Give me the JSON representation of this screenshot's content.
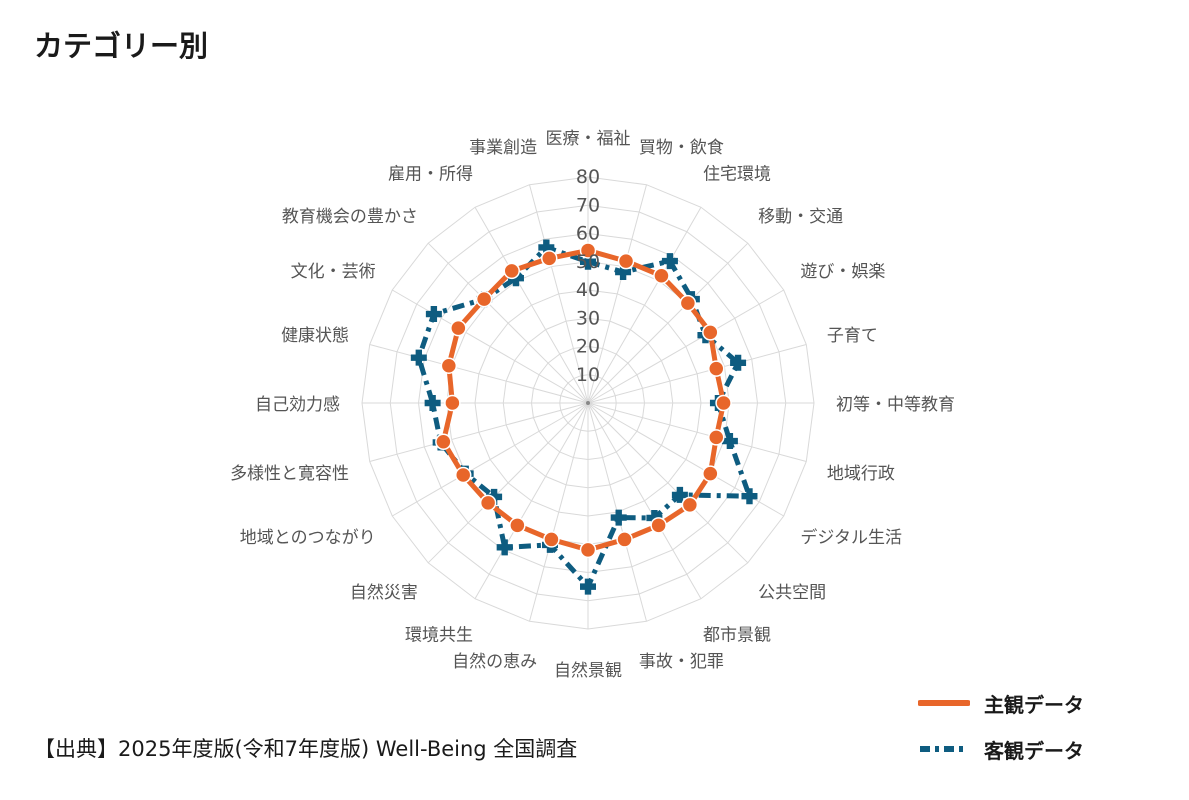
{
  "title": "カテゴリー別",
  "source": "【出典】2025年度版(令和7年度版) Well-Being 全国調査",
  "colors": {
    "subjective": "#E8662A",
    "objective": "#0E5C80",
    "grid": "#D9D9D9",
    "label": "#555555"
  },
  "legend": [
    {
      "label": "主観データ",
      "series": "subjective"
    },
    {
      "label": "客観データ",
      "series": "objective"
    }
  ],
  "chart_data": {
    "type": "radar",
    "title": "カテゴリー別",
    "rmax": 80,
    "ticks": [
      10,
      20,
      30,
      40,
      50,
      60,
      70,
      80
    ],
    "categories": [
      "医療・福祉",
      "買物・飲食",
      "住宅環境",
      "移動・交通",
      "遊び・娯楽",
      "子育て",
      "初等・中等教育",
      "地域行政",
      "デジタル生活",
      "公共空間",
      "都市景観",
      "事故・犯罪",
      "自然景観",
      "自然の恵み",
      "環境共生",
      "自然災害",
      "地域とのつながり",
      "多様性と寛容性",
      "自己効力感",
      "健康状態",
      "文化・芸術",
      "教育機会の豊かさ",
      "雇用・所得",
      "事業創造"
    ],
    "series": [
      {
        "name": "主観データ",
        "key": "subjective",
        "values": [
          54,
          52,
          52,
          50,
          50,
          47,
          48,
          47,
          50,
          51,
          50,
          50,
          52,
          50,
          50,
          50,
          51,
          53,
          48,
          51,
          53,
          52,
          54,
          53
        ]
      },
      {
        "name": "客観データ",
        "key": "objective",
        "values": [
          50,
          48,
          58,
          52,
          48,
          55,
          46,
          52,
          66,
          46,
          47,
          42,
          65,
          52,
          59,
          47,
          50,
          54,
          55,
          62,
          63,
          52,
          51,
          57
        ]
      }
    ]
  }
}
